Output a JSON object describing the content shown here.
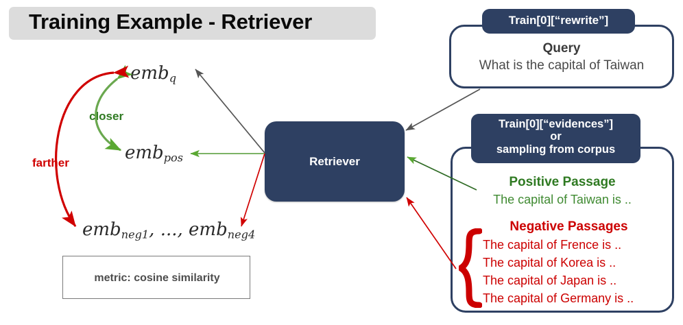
{
  "title": "Training Example - Retriever",
  "retriever": {
    "label": "Retriever"
  },
  "query_panel": {
    "badge": "Train[0][“rewrite”]",
    "heading": "Query",
    "value": "What is the capital of Taiwan"
  },
  "evidence_panel": {
    "badge_line1": "Train[0][“evidences”]",
    "badge_line2": "or",
    "badge_line3": "sampling from corpus",
    "positive_heading": "Positive Passage",
    "positive_text": "The capital of Taiwan is ..",
    "negative_heading": "Negative Passages",
    "negatives": [
      "The capital of Frence is ..",
      "The capital of Korea is ..",
      "The capital of Japan is ..",
      "The capital of Germany is .."
    ]
  },
  "embeddings": {
    "query_base": "emb",
    "query_sub": "q",
    "positive_base": "emb",
    "positive_sub": "pos",
    "negative_text": "emb",
    "negative_sub1": "neg1",
    "negative_mid": ", ..., ",
    "negative_base2": "emb",
    "negative_sub2": "neg4"
  },
  "relations": {
    "closer": "closer",
    "farther": "farther"
  },
  "metric": {
    "label": "metric: cosine similarity"
  },
  "colors": {
    "navy": "#2e4062",
    "green": "#3f8a31",
    "green_dark": "#2f7a22",
    "red": "#cc0000",
    "gray_banner": "#dcdcdc",
    "gray_arrow": "#555555",
    "metric_border": "#7a7a7a"
  }
}
